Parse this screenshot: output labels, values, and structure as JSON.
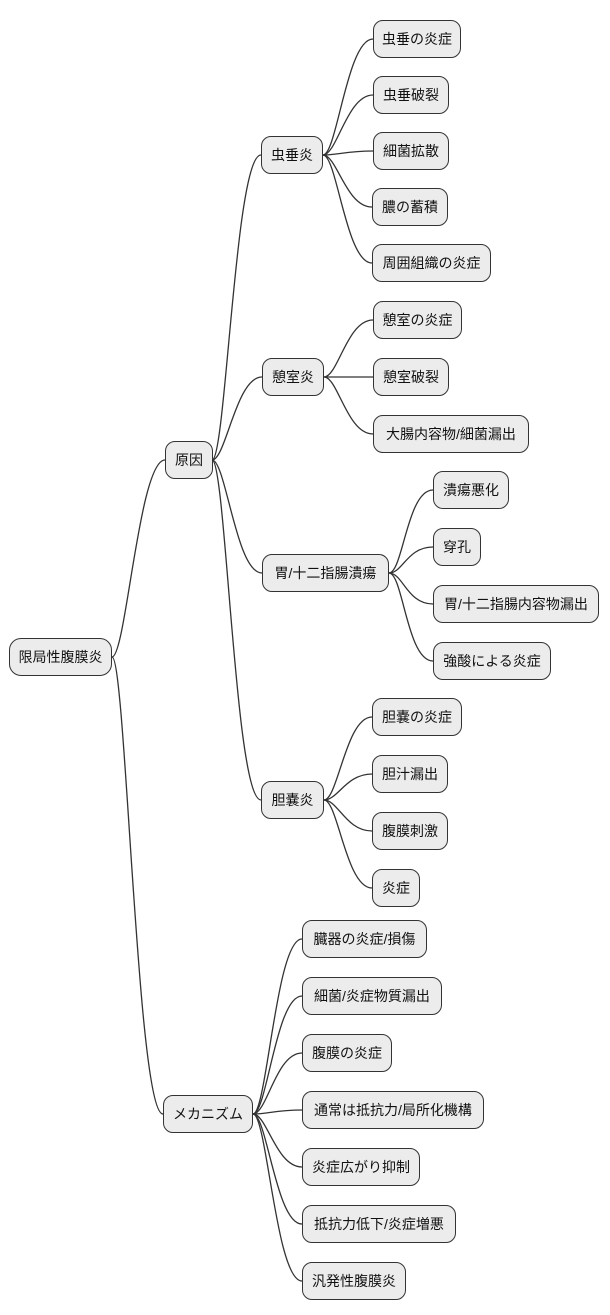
{
  "diagram": {
    "type": "mindmap-flowchart",
    "direction": "left-to-right",
    "colors": {
      "background": "#ffffff",
      "node_fill": "#ececec",
      "node_border": "#333333",
      "edge": "#333333",
      "text": "#111111"
    },
    "root": {
      "label": "限局性腹膜炎"
    },
    "branches": [
      {
        "label": "原因",
        "children": [
          {
            "label": "虫垂炎",
            "children": [
              {
                "label": "虫垂の炎症"
              },
              {
                "label": "虫垂破裂"
              },
              {
                "label": "細菌拡散"
              },
              {
                "label": "膿の蓄積"
              },
              {
                "label": "周囲組織の炎症"
              }
            ]
          },
          {
            "label": "憩室炎",
            "children": [
              {
                "label": "憩室の炎症"
              },
              {
                "label": "憩室破裂"
              },
              {
                "label": "大腸内容物/細菌漏出"
              }
            ]
          },
          {
            "label": "胃/十二指腸潰瘍",
            "children": [
              {
                "label": "潰瘍悪化"
              },
              {
                "label": "穿孔"
              },
              {
                "label": "胃/十二指腸内容物漏出"
              },
              {
                "label": "強酸による炎症"
              }
            ]
          },
          {
            "label": "胆嚢炎",
            "children": [
              {
                "label": "胆嚢の炎症"
              },
              {
                "label": "胆汁漏出"
              },
              {
                "label": "腹膜刺激"
              },
              {
                "label": "炎症"
              }
            ]
          }
        ]
      },
      {
        "label": "メカニズム",
        "children": [
          {
            "label": "臓器の炎症/損傷"
          },
          {
            "label": "細菌/炎症物質漏出"
          },
          {
            "label": "腹膜の炎症"
          },
          {
            "label": "通常は抵抗力/局所化機構"
          },
          {
            "label": "炎症広がり抑制"
          },
          {
            "label": "抵抗力低下/炎症増悪"
          },
          {
            "label": "汎発性腹膜炎"
          }
        ]
      }
    ]
  }
}
